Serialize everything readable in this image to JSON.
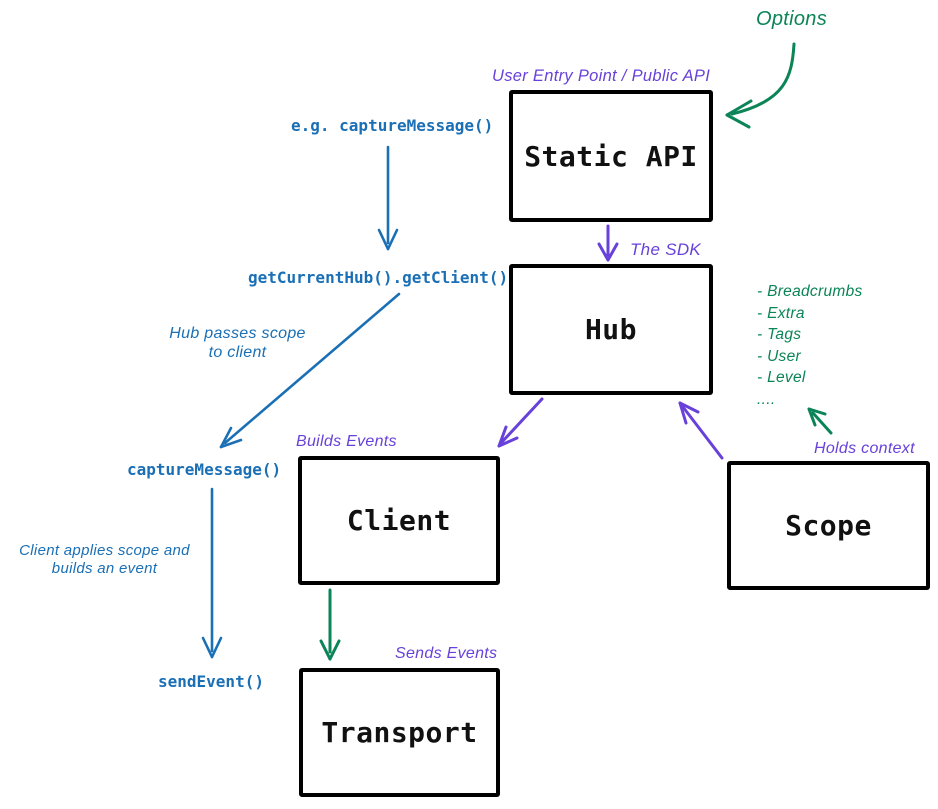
{
  "diagram": {
    "title_context": "SDK architecture flow diagram",
    "colors": {
      "blue": "#1a6fb5",
      "purple": "#6741d9",
      "green": "#0b8457",
      "box_border": "#000000",
      "background": "#ffffff"
    },
    "boxes": {
      "static_api": {
        "label": "Static API",
        "caption": "User Entry Point / Public API"
      },
      "hub": {
        "label": "Hub",
        "caption": "The SDK"
      },
      "client": {
        "label": "Client",
        "caption": "Builds Events"
      },
      "scope": {
        "label": "Scope",
        "caption": "Holds context"
      },
      "transport": {
        "label": "Transport",
        "caption": "Sends Events"
      }
    },
    "annotations": {
      "options": "Options",
      "eg_capture_message": "e.g. captureMessage()",
      "get_current_hub": "getCurrentHub().getClient()",
      "hub_passes_scope": "Hub passes scope\nto client",
      "capture_message": "captureMessage()",
      "client_applies_scope": "Client applies scope and\nbuilds an event",
      "send_event": "sendEvent()"
    },
    "scope_context_items": [
      "- Breadcrumbs",
      "- Extra",
      "- Tags",
      "- User",
      "- Level",
      "...."
    ],
    "arrows": [
      {
        "name": "options-to-static-api",
        "color": "green"
      },
      {
        "name": "static-api-to-hub",
        "color": "purple"
      },
      {
        "name": "eg-capture-to-getcurrenthub",
        "color": "blue"
      },
      {
        "name": "getcurrenthub-to-capturemessage",
        "color": "blue"
      },
      {
        "name": "capturemessage-to-sendevent",
        "color": "blue"
      },
      {
        "name": "hub-to-client",
        "color": "purple"
      },
      {
        "name": "scope-to-hub",
        "color": "purple"
      },
      {
        "name": "holds-context-to-list",
        "color": "green"
      },
      {
        "name": "client-to-transport",
        "color": "green"
      }
    ]
  }
}
